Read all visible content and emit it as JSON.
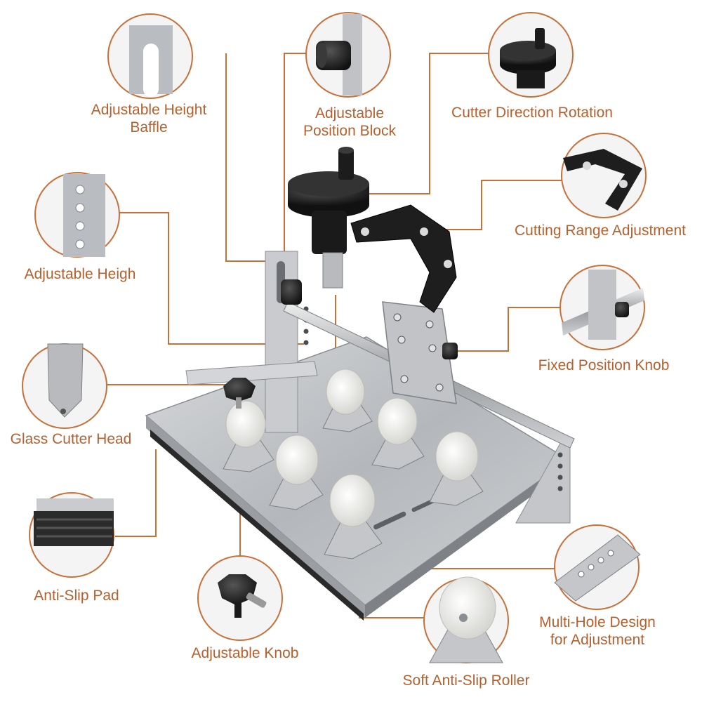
{
  "theme": {
    "accent": "#c8703a",
    "label": "#b5602e",
    "metal": "#b9bcc0",
    "black": "#222222",
    "roller": "#f2f2f0"
  },
  "callouts": {
    "height_baffle": [
      "Adjustable Height",
      "Baffle"
    ],
    "position_block": [
      "Adjustable",
      "Position Block"
    ],
    "cutter_rotation": [
      "Cutter Direction Rotation"
    ],
    "cutting_range": [
      "Cutting Range Adjustment"
    ],
    "adjustable_height": [
      "Adjustable Heigh"
    ],
    "fixed_knob": [
      "Fixed Position Knob"
    ],
    "cutter_head": [
      "Glass Cutter Head"
    ],
    "anti_slip_pad": [
      "Anti-Slip Pad"
    ],
    "adjustable_knob": [
      "Adjustable Knob"
    ],
    "multi_hole": [
      "Multi-Hole Design",
      "for Adjustment"
    ],
    "roller": [
      "Soft Anti-Slip Roller"
    ]
  }
}
